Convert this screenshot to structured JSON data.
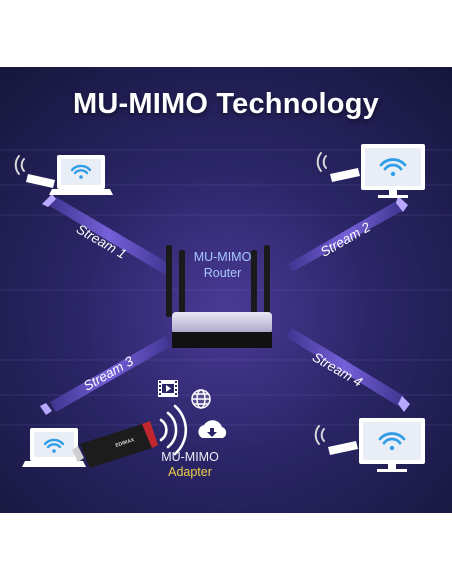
{
  "title": "MU-MIMO Technology",
  "router": {
    "line1": "MU-MIMO",
    "line2": "Router"
  },
  "adapter": {
    "line1": "MU-MIMO",
    "line2": "Adapter",
    "brand": "EDIMAX"
  },
  "streams": [
    "Stream 1",
    "Stream 2",
    "Stream 3",
    "Stream 4"
  ],
  "devices": [
    {
      "name": "laptop",
      "position": "top-left",
      "icon": "wifi-icon"
    },
    {
      "name": "monitor",
      "position": "top-right",
      "icon": "wifi-icon"
    },
    {
      "name": "laptop",
      "position": "bottom-left",
      "icon": "wifi-icon"
    },
    {
      "name": "monitor",
      "position": "bottom-right",
      "icon": "wifi-icon"
    }
  ],
  "media_icons": [
    "film-icon",
    "globe-icon",
    "cloud-download-icon"
  ],
  "colors": {
    "background": "#1a1a3e",
    "stream_band": "#6f5ad6",
    "wifi": "#2f9de8",
    "adapter_label": "#f2cf4a",
    "router_label": "#a8c8ff"
  }
}
